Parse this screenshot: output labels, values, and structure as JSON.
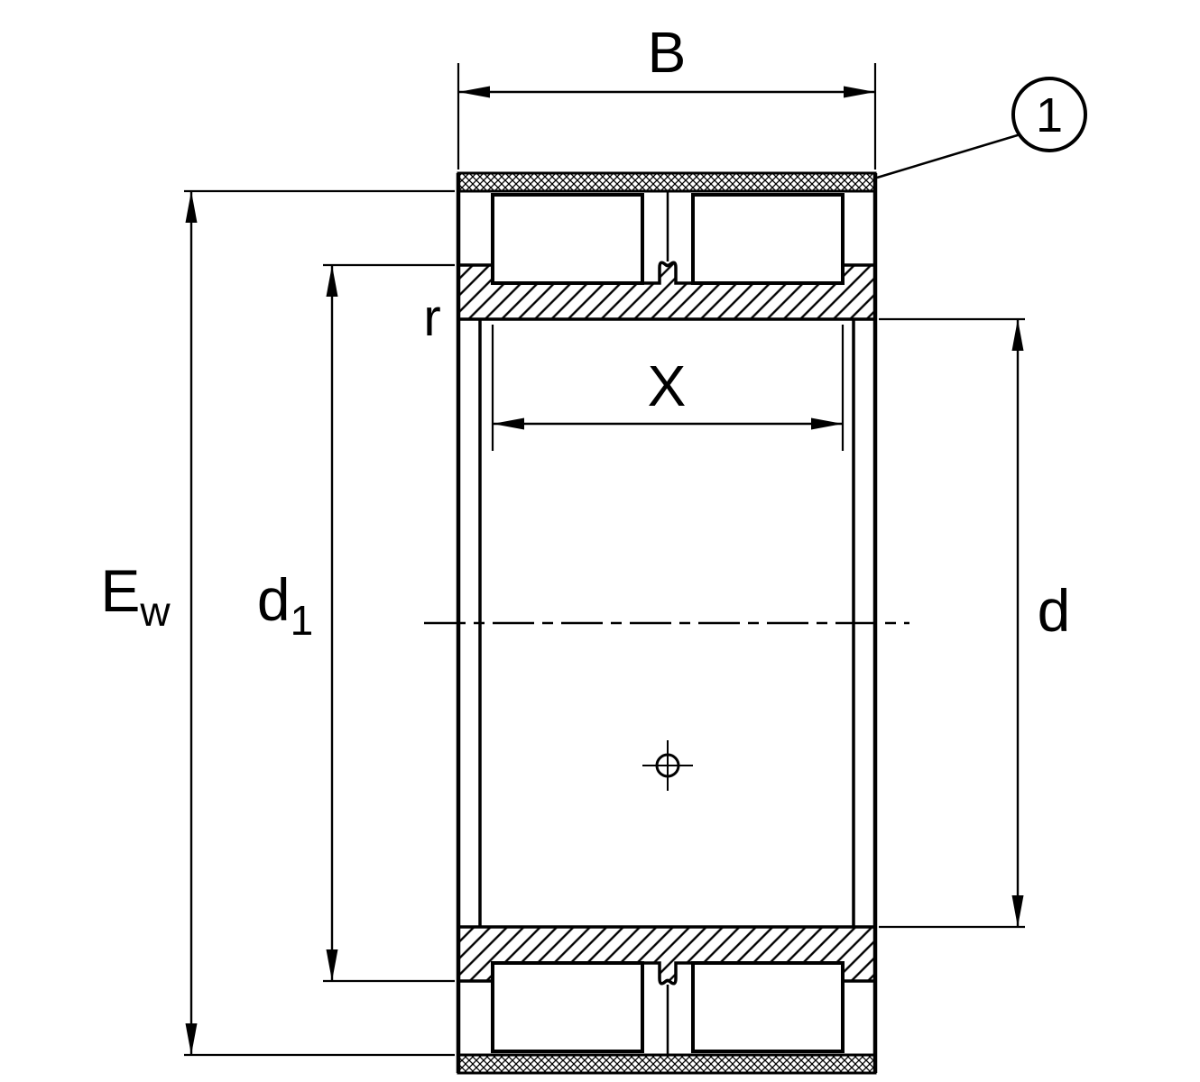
{
  "diagram": {
    "colors": {
      "background": "#ffffff",
      "line": "#000000"
    },
    "labels": {
      "width_B": "B",
      "roller_set_X": "X",
      "Ew_main": "E",
      "Ew_sub": "w",
      "d1_main": "d",
      "d1_sub": "1",
      "radius_r": "r",
      "bore_d": "d",
      "callout_1": "1"
    }
  }
}
